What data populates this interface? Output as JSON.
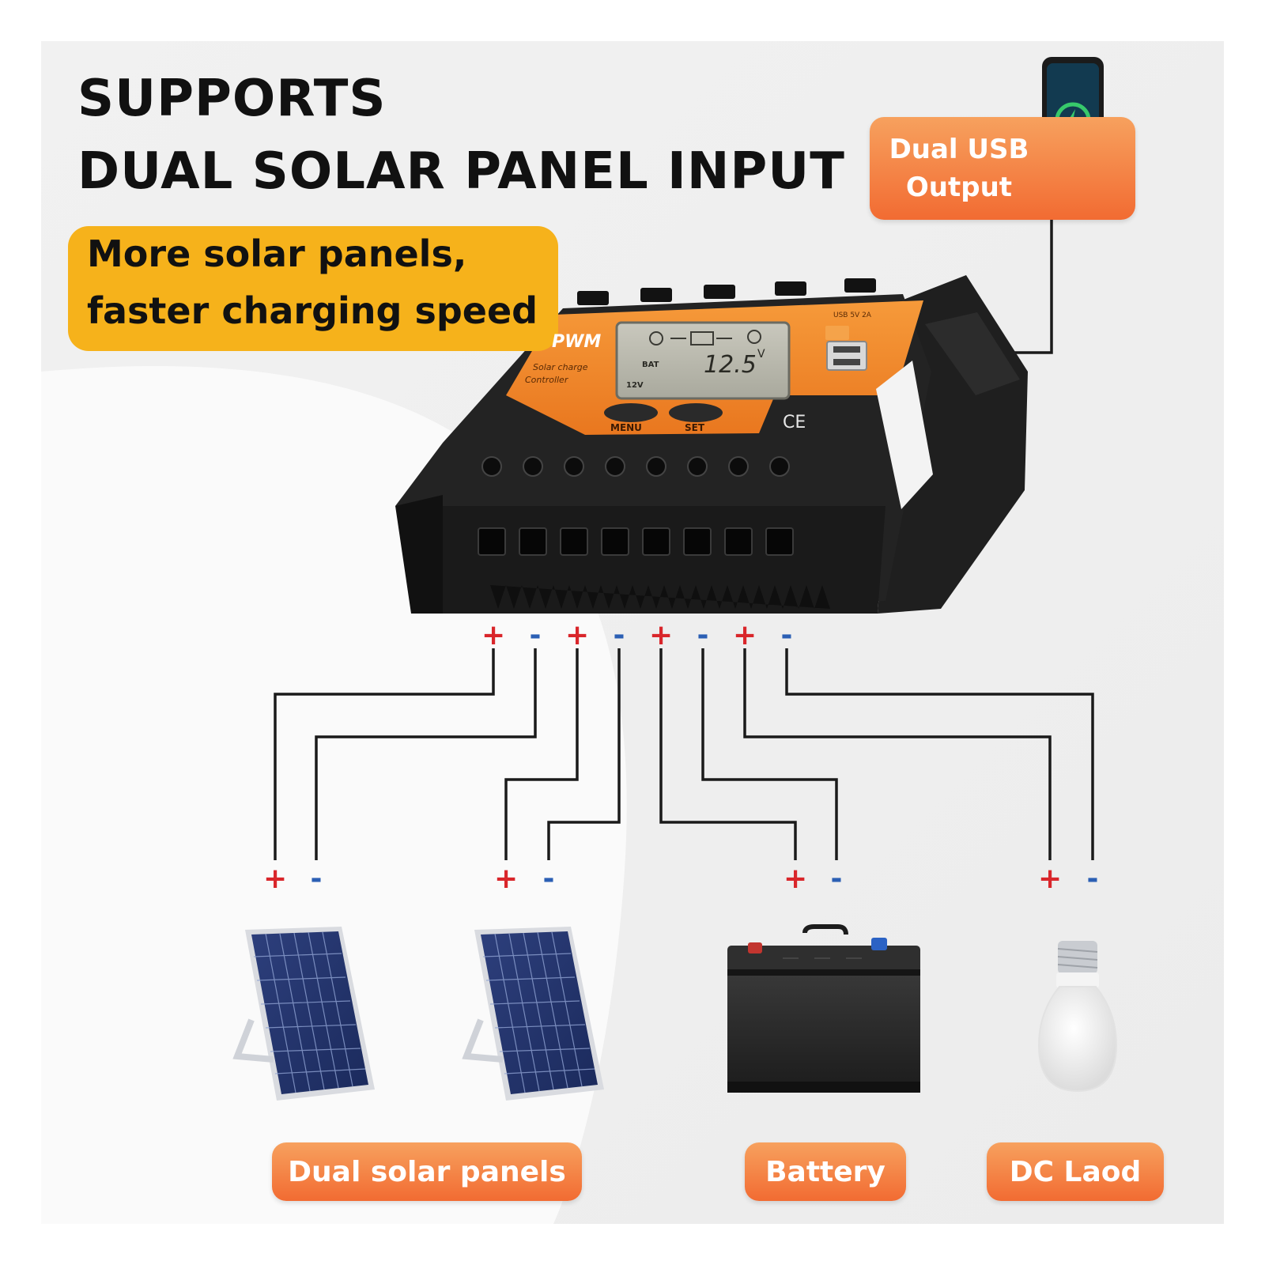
{
  "headline": {
    "line1": "SUPPORTS",
    "line2": "DUAL SOLAR PANEL INPUT"
  },
  "subheadline": {
    "line1": "More solar panels,",
    "line2": "faster charging speed"
  },
  "usb_output": {
    "line1": "Dual USB",
    "line2": "Output"
  },
  "device": {
    "brand": "PWM",
    "desc1": "Solar charge",
    "desc2": "Controller",
    "lcd_reading": "12.5",
    "lcd_unit": "V",
    "lcd_bat": "BAT",
    "lcd_system": "12V",
    "menu_button": "MENU",
    "set_button": "SET",
    "usb_spec": "USB 5V 2A",
    "certification": "CE"
  },
  "terminals": {
    "top_signs": [
      "+",
      "-",
      "+",
      "-",
      "+",
      "-",
      "+",
      "-"
    ]
  },
  "bottom_signs": {
    "panel1": [
      "+",
      "-"
    ],
    "panel2": [
      "+",
      "-"
    ],
    "battery": [
      "+",
      "-"
    ],
    "load": [
      "+",
      "-"
    ]
  },
  "labels": {
    "solar": "Dual solar panels",
    "battery": "Battery",
    "load": "DC Laod"
  },
  "colors": {
    "accent_orange": "#f26b32",
    "badge_yellow": "#f6b21b",
    "device_orange": "#f0832a",
    "plus_red": "#d9262b",
    "minus_blue": "#2b5fb4"
  },
  "icons": [
    "smartphone-icon",
    "solar-panel-icon",
    "car-battery-icon",
    "light-bulb-icon",
    "charge-bolt-icon"
  ]
}
